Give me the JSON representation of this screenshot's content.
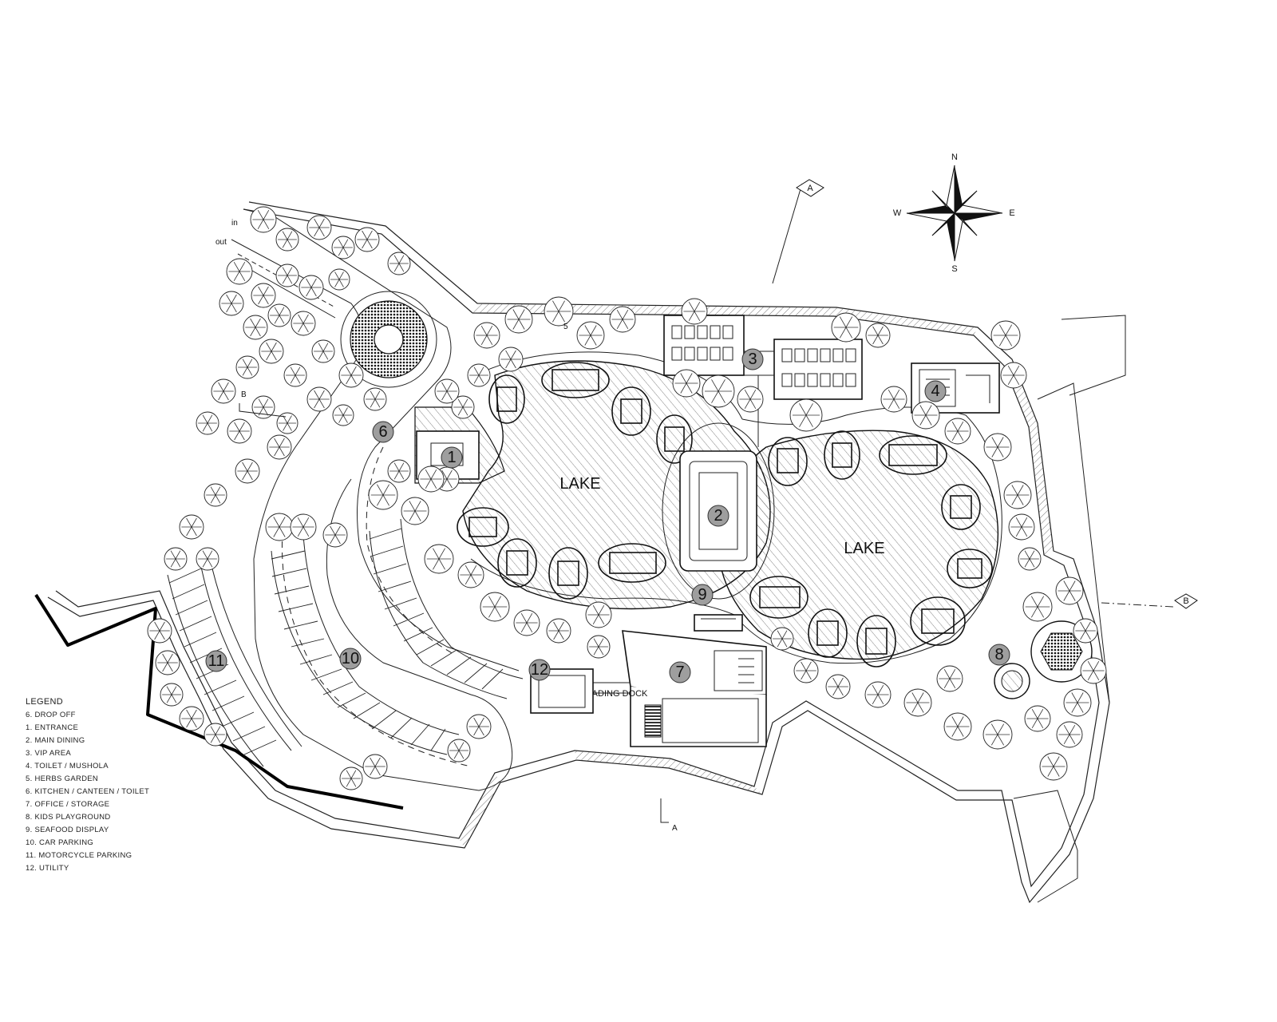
{
  "lake_labels": [
    "LAKE",
    "LAKE"
  ],
  "markers": [
    "6",
    "1",
    "2",
    "3",
    "4",
    "7",
    "8",
    "9",
    "10",
    "11",
    "12"
  ],
  "road_labels": {
    "in": "in",
    "out": "out"
  },
  "loading_dock": "LOADING DOCK",
  "compass": {
    "n": "N",
    "s": "S",
    "e": "E",
    "w": "W"
  },
  "section_marks": [
    "A",
    "B",
    "B",
    "A"
  ],
  "legend": {
    "title": "LEGEND",
    "items": [
      "6. DROP OFF",
      "1. ENTRANCE",
      "2. MAIN DINING",
      "3. VIP AREA",
      "4. TOILET / MUSHOLA",
      "5. HERBS GARDEN",
      "6. KITCHEN / CANTEEN / TOILET",
      "7. OFFICE / STORAGE",
      "8. KIDS PLAYGROUND",
      "9. SEAFOOD DISPLAY",
      "10. CAR PARKING",
      "11. MOTORCYCLE PARKING",
      "12. UTILITY"
    ]
  },
  "herbs_label": "5",
  "colors": {
    "ink": "#111111",
    "marker": "#9e9e9e",
    "paper": "#ffffff"
  }
}
